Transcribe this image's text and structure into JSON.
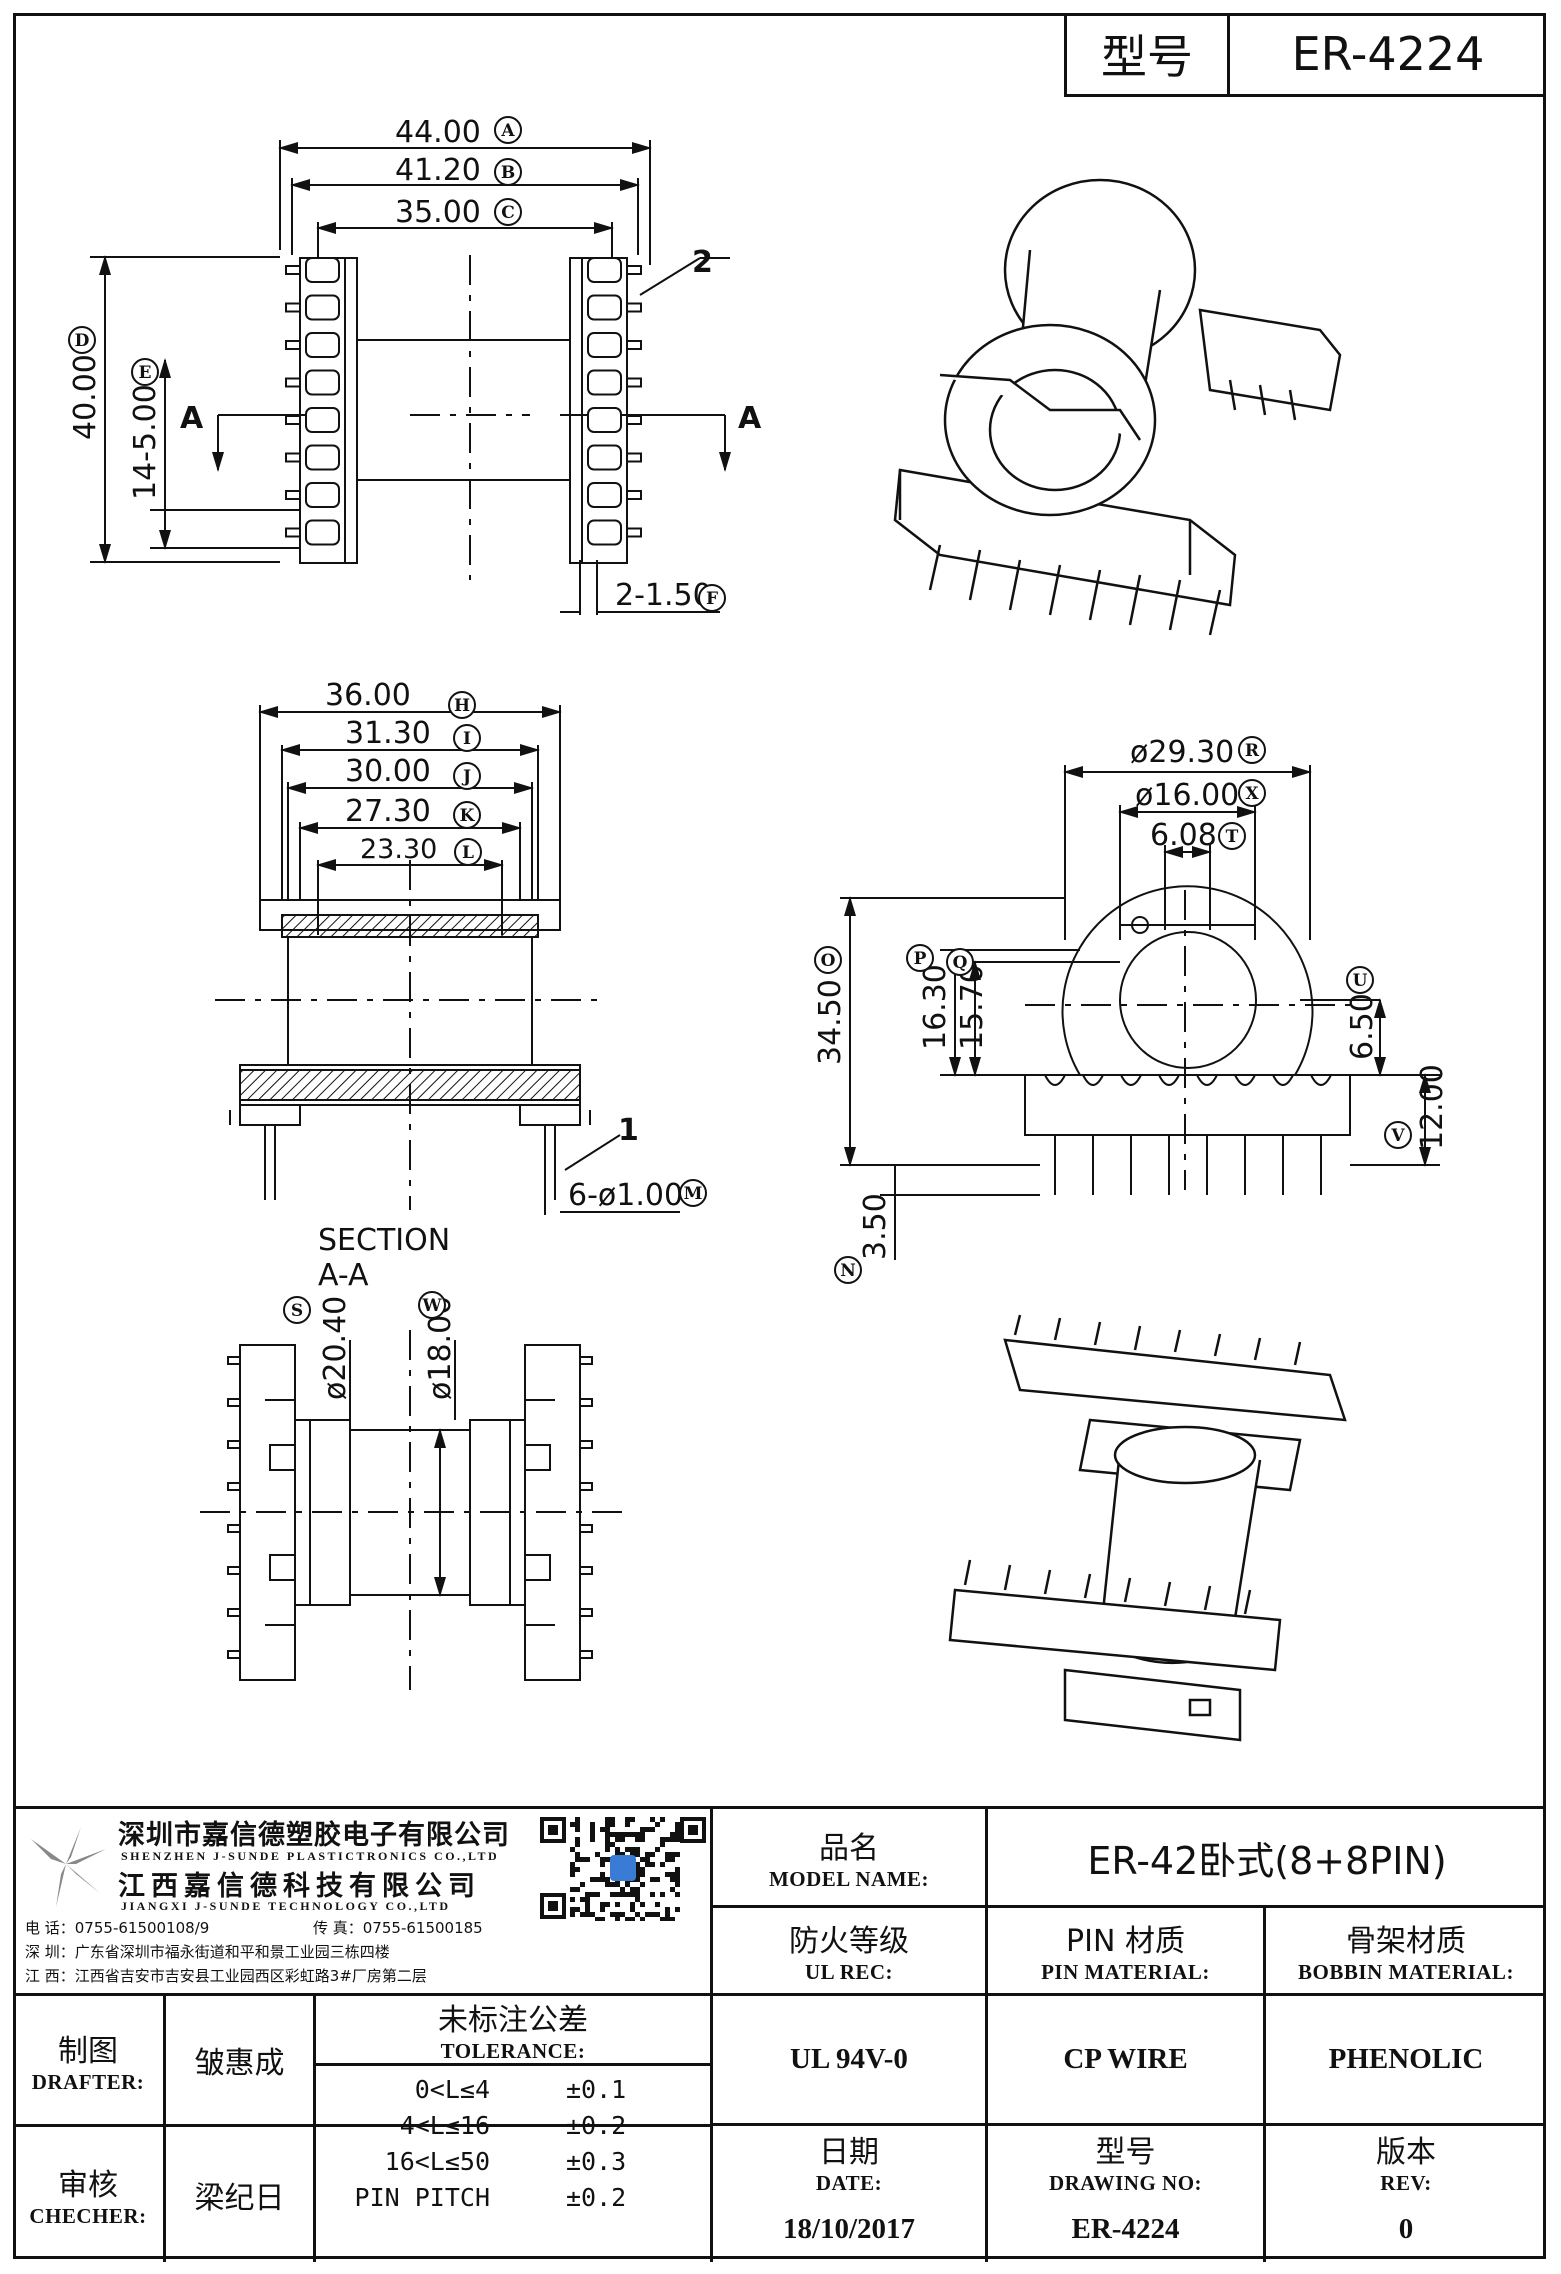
{
  "header": {
    "model_label": "型号",
    "model_value": "ER-4224"
  },
  "dims": {
    "a": "44.00",
    "b": "41.20",
    "c": "35.00",
    "d": "40.00",
    "e": "14-5.00",
    "f": "2-1.50",
    "pin2": "2",
    "h": "36.00",
    "i": "31.30",
    "j": "30.00",
    "k": "27.30",
    "l": "23.30",
    "m": "6-ø1.00",
    "pin1": "1",
    "r": "ø29.30",
    "x": "ø16.00",
    "t": "6.08",
    "o": "34.50",
    "p": "16.30",
    "q": "15.70",
    "u": "6.50",
    "v": "12.00",
    "n": "3.50",
    "s": "ø20.40",
    "w": "ø18.00",
    "section_line1": "SECTION",
    "section_line2": "A-A",
    "sec_a": "A"
  },
  "company": {
    "name_sz": "深圳市嘉信德塑胶电子有限公司",
    "name_sz_en": "SHENZHEN J-SUNDE PLASTICTRONICS CO.,LTD",
    "name_jx": "江西嘉信德科技有限公司",
    "name_jx_en": "JIANGXI J-SUNDE TECHNOLOGY CO.,LTD",
    "tel": "电 话：0755-61500108/9",
    "fax": "传 真：0755-61500185",
    "addr_sz": "深 圳：广东省深圳市福永街道和平和景工业园三栋四楼",
    "addr_jx": "江 西：江西省吉安市吉安县工业园西区彩虹路3#厂房第二层"
  },
  "title_block": {
    "model_name_cn": "品名",
    "model_name_en": "MODEL NAME:",
    "model_name_value": "ER-42卧式(8+8PIN)",
    "ul_cn": "防火等级",
    "ul_en": "UL REC:",
    "ul_value": "UL 94V-0",
    "pin_cn": "PIN 材质",
    "pin_en": "PIN MATERIAL:",
    "pin_value": "CP WIRE",
    "bobbin_cn": "骨架材质",
    "bobbin_en": "BOBBIN MATERIAL:",
    "bobbin_value": "PHENOLIC",
    "drafter_cn": "制图",
    "drafter_en": "DRAFTER:",
    "drafter_value": "皱惠成",
    "checker_cn": "审核",
    "checker_en": "CHECHER:",
    "checker_value": "梁纪日",
    "tol_cn": "未标注公差",
    "tol_en": "TOLERANCE:",
    "tolerances": [
      {
        "range": "0<L≤4",
        "value": "±0.1"
      },
      {
        "range": "4<L≤16",
        "value": "±0.2"
      },
      {
        "range": "16<L≤50",
        "value": "±0.3"
      },
      {
        "range": "PIN PITCH",
        "value": "±0.2"
      }
    ],
    "date_cn": "日期",
    "date_en": "DATE:",
    "date_value": "18/10/2017",
    "dwg_cn": "型号",
    "dwg_en": "DRAWING NO:",
    "dwg_value": "ER-4224",
    "rev_cn": "版本",
    "rev_en": "REV:",
    "rev_value": "0"
  }
}
